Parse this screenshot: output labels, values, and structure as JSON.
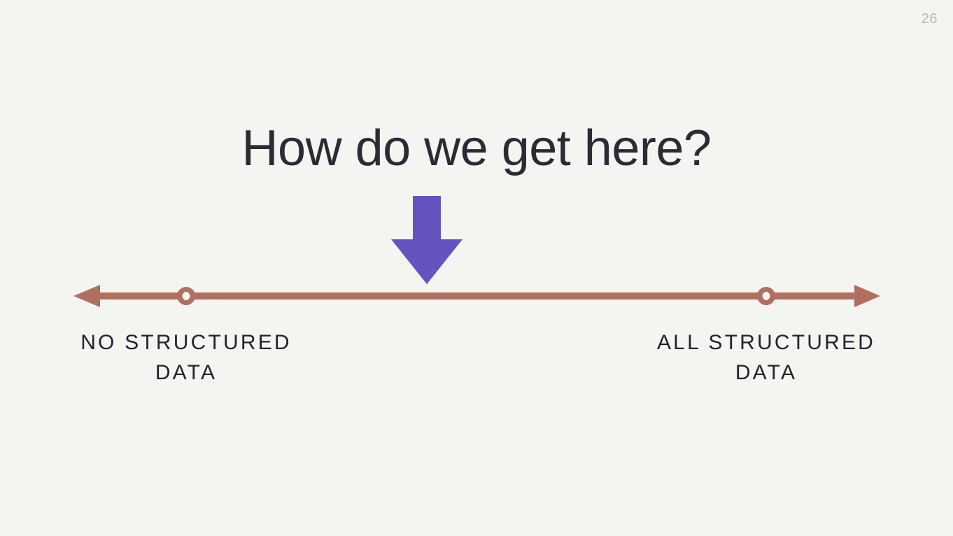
{
  "slide": {
    "page_number": "26",
    "title": "How do we get here?",
    "background_color": "#f4f5f0",
    "title_color": "#2b2b35",
    "accent_color": "#b07060",
    "arrow_color": "#6354c0",
    "page_number_color": "#b9b9b4"
  },
  "spectrum": {
    "left_label": "NO STRUCTURED\nDATA",
    "right_label": "ALL STRUCTURED\nDATA",
    "left_marker_label": "no-structured-data-marker",
    "right_marker_label": "all-structured-data-marker"
  },
  "icons": {
    "down_arrow": "down-arrow-icon",
    "left_arrowhead": "left-arrowhead-icon",
    "right_arrowhead": "right-arrowhead-icon",
    "marker": "ring-marker-icon"
  }
}
